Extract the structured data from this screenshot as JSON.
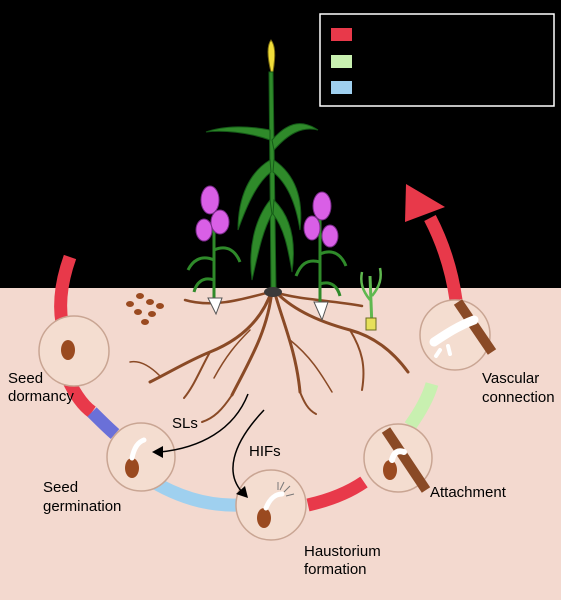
{
  "legend": {
    "items": [
      {
        "color": "#e8394a",
        "label": ""
      },
      {
        "color": "#c8f0b0",
        "label": ""
      },
      {
        "color": "#9fd0ef",
        "label": ""
      }
    ]
  },
  "stages": {
    "seed_dormancy": [
      "Seed",
      "dormancy"
    ],
    "seed_germination": [
      "Seed",
      "germination"
    ],
    "haustorium_formation": [
      "Haustorium",
      "formation"
    ],
    "attachment": [
      "Attachment"
    ],
    "vascular_connection": [
      "Vascular",
      "connection"
    ]
  },
  "signals": {
    "sls": "SLs",
    "hifs": "HIFs"
  },
  "colors": {
    "background": "#000000",
    "soil": "#f3d9cf",
    "circle_fill": "#f4ddd0",
    "root": "#8a4a26",
    "red_phase": "#e8394a",
    "green_phase": "#c8f0b0",
    "blue_phase": "#9fd0ef",
    "flower": "#d95fe6",
    "seed": "#9a4a20"
  }
}
